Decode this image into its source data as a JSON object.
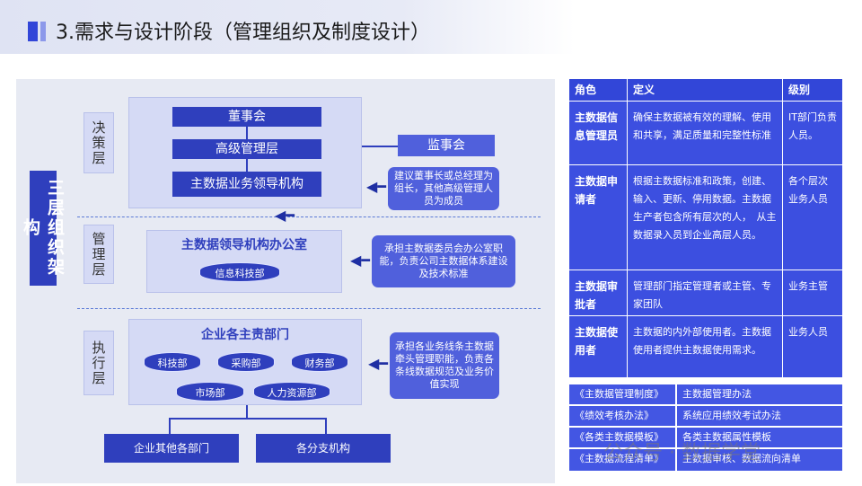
{
  "header": {
    "title": "3.需求与设计阶段（管理组织及制度设计）"
  },
  "diagram": {
    "main_label": "三层组织架构",
    "layers": {
      "decision": "决策层",
      "management": "管理层",
      "execution": "执行层"
    },
    "decision": {
      "board": "董事会",
      "senior": "高级管理层",
      "leader_org": "主数据业务领导机构",
      "supervisor": "监事会",
      "note": "建议董事长或总经理为组长，其他高级管理人员为成员"
    },
    "management": {
      "office": "主数据领导机构办公室",
      "tech": "信息科技部",
      "note": "承担主数据委员会办公室职能，负责公司主数据体系建设及技术标准"
    },
    "execution": {
      "title": "企业各主责部门",
      "depts": [
        "科技部",
        "采购部",
        "财务部",
        "市场部",
        "人力资源部"
      ],
      "note": "承担各业务线条主数据牵头管理职能，负责各条线数据规范及业务价值实现",
      "other": "企业其他各部门",
      "branches": "各分支机构"
    }
  },
  "table": {
    "headers": [
      "角色",
      "定义",
      "级别"
    ],
    "rows": [
      {
        "role": "主数据信息管理员",
        "def": "确保主数据被有效的理解、使用和共享，满足质量和完整性标准",
        "level": "IT部门负责人员。"
      },
      {
        "role": "主数据申请者",
        "def": "根据主数据标准和政策，创建、输入、更新、停用数据。主数据生产者包含所有层次的人，　从主数据录入员到企业高层人员。",
        "level": "各个层次业务人员"
      },
      {
        "role": "主数据审批者",
        "def": "管理部门指定管理者或主管、专家团队",
        "level": "业务主管"
      },
      {
        "role": "主数据使用者",
        "def": "主数据的内外部使用者。主数据使用者提供主数据使用需求。",
        "level": "业务人员"
      }
    ]
  },
  "bottom_table": [
    {
      "name": "《主数据管理制度》",
      "desc": "主数据管理办法"
    },
    {
      "name": "《绩效考核办法》",
      "desc": "系统应用绩效考试办法"
    },
    {
      "name": "《各类主数据模板》",
      "desc": "各类主数据属性模板"
    },
    {
      "name": "《主数据流程清单》",
      "desc": "主数据审核、数据流向清单"
    }
  ],
  "watermark": "公众号 · 数据学堂"
}
